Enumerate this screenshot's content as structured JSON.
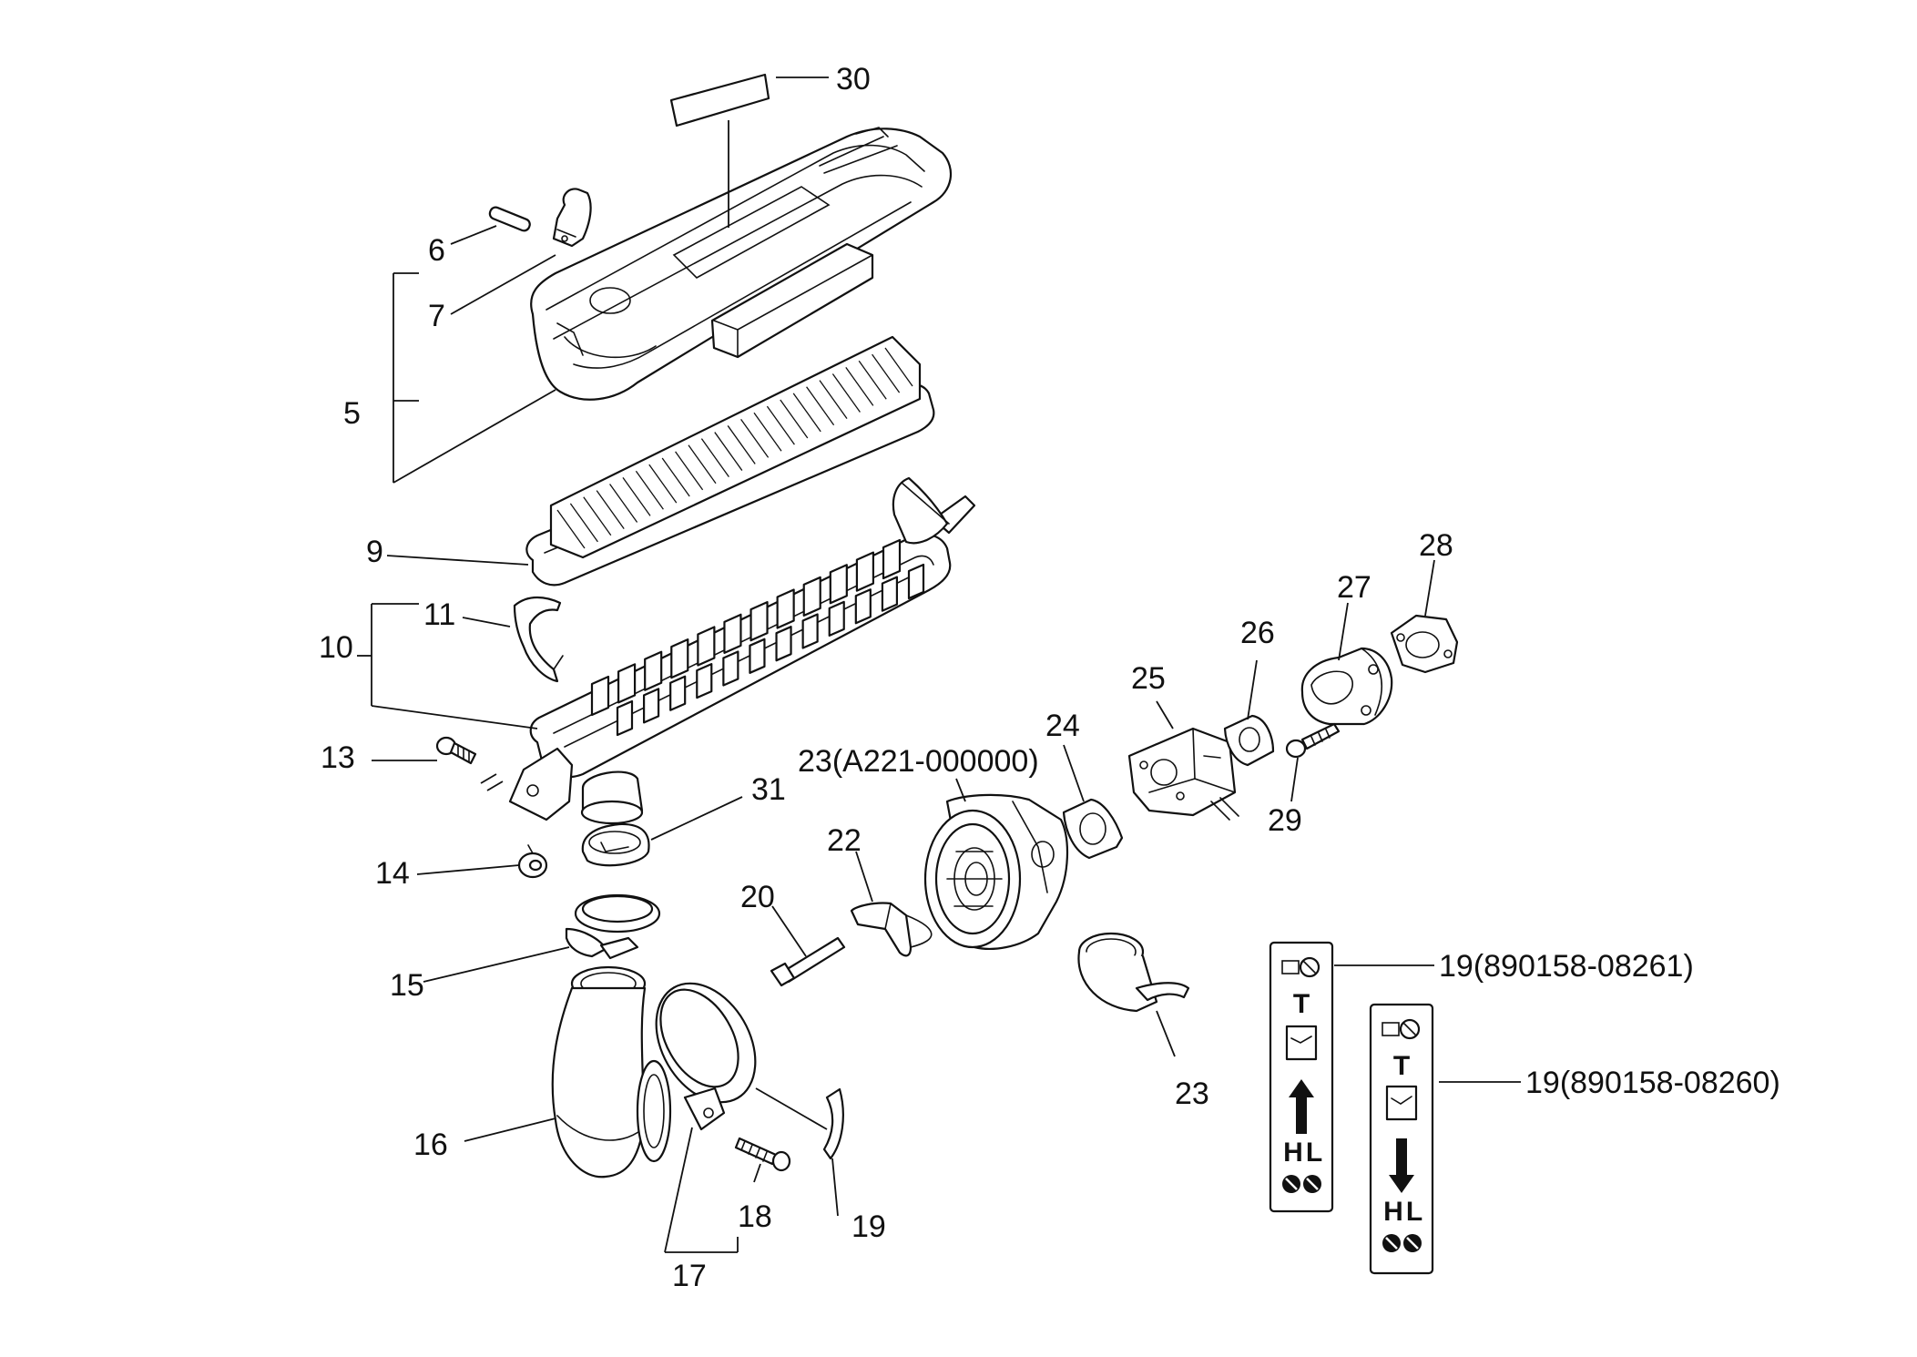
{
  "diagram": {
    "callouts": {
      "c30": "30",
      "c6": "6",
      "c7": "7",
      "c5": "5",
      "c9": "9",
      "c11": "11",
      "c10": "10",
      "c13": "13",
      "c14": "14",
      "c31": "31",
      "c15": "15",
      "c16": "16",
      "c17": "17",
      "c18": "18",
      "c19": "19",
      "c20": "20",
      "c22": "22",
      "c23a": "23(A221-000000)",
      "c23b": "23",
      "c24": "24",
      "c25": "25",
      "c26": "26",
      "c27": "27",
      "c28": "28",
      "c29": "29",
      "c19a": "19(890158-08261)",
      "c19b": "19(890158-08260)"
    },
    "plates": {
      "p1": {
        "t": "T",
        "h": "H",
        "l": "L"
      },
      "p2": {
        "t": "T",
        "h": "H",
        "l": "L"
      }
    }
  }
}
